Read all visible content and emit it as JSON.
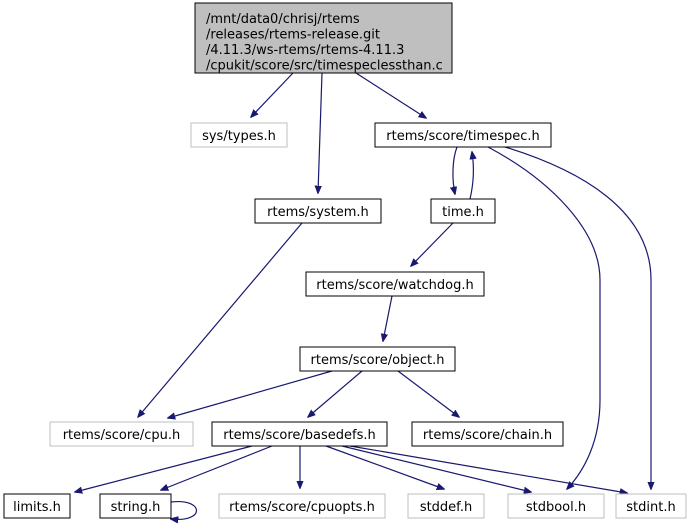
{
  "diagram": {
    "type": "include-dependency-graph",
    "colors": {
      "edge": "#191970",
      "root_fill": "#bfbfbf",
      "root_stroke": "#000000",
      "node_stroke": "#000000",
      "external_stroke": "#bfbfbf",
      "node_fill": "#ffffff"
    },
    "root": {
      "id": "root",
      "lines": [
        "/mnt/data0/chrisj/rtems",
        "/releases/rtems-release.git",
        "/4.11.3/ws-rtems/rtems-4.11.3",
        "/cpukit/score/src/timespeclessthan.c"
      ]
    },
    "nodes": [
      {
        "id": "sys_types",
        "label": "sys/types.h",
        "external": true
      },
      {
        "id": "timespec",
        "label": "rtems/score/timespec.h",
        "external": false
      },
      {
        "id": "system",
        "label": "rtems/system.h",
        "external": false
      },
      {
        "id": "time",
        "label": "time.h",
        "external": false
      },
      {
        "id": "watchdog",
        "label": "rtems/score/watchdog.h",
        "external": false
      },
      {
        "id": "object",
        "label": "rtems/score/object.h",
        "external": false
      },
      {
        "id": "cpu",
        "label": "rtems/score/cpu.h",
        "external": true
      },
      {
        "id": "basedefs",
        "label": "rtems/score/basedefs.h",
        "external": false
      },
      {
        "id": "chain",
        "label": "rtems/score/chain.h",
        "external": false
      },
      {
        "id": "limits",
        "label": "limits.h",
        "external": false
      },
      {
        "id": "string",
        "label": "string.h",
        "external": false
      },
      {
        "id": "cpuopts",
        "label": "rtems/score/cpuopts.h",
        "external": true
      },
      {
        "id": "stddef",
        "label": "stddef.h",
        "external": true
      },
      {
        "id": "stdbool",
        "label": "stdbool.h",
        "external": true
      },
      {
        "id": "stdint",
        "label": "stdint.h",
        "external": true
      }
    ],
    "edges": [
      {
        "from": "root",
        "to": "sys_types"
      },
      {
        "from": "root",
        "to": "system"
      },
      {
        "from": "root",
        "to": "timespec"
      },
      {
        "from": "timespec",
        "to": "time"
      },
      {
        "from": "time",
        "to": "timespec"
      },
      {
        "from": "timespec",
        "to": "stdbool"
      },
      {
        "from": "timespec",
        "to": "stdint"
      },
      {
        "from": "system",
        "to": "cpu"
      },
      {
        "from": "time",
        "to": "watchdog"
      },
      {
        "from": "watchdog",
        "to": "object"
      },
      {
        "from": "object",
        "to": "cpu"
      },
      {
        "from": "object",
        "to": "basedefs"
      },
      {
        "from": "object",
        "to": "chain"
      },
      {
        "from": "basedefs",
        "to": "limits"
      },
      {
        "from": "basedefs",
        "to": "string"
      },
      {
        "from": "basedefs",
        "to": "cpuopts"
      },
      {
        "from": "basedefs",
        "to": "stddef"
      },
      {
        "from": "basedefs",
        "to": "stdbool"
      },
      {
        "from": "basedefs",
        "to": "stdint"
      },
      {
        "from": "string",
        "to": "string"
      }
    ]
  }
}
